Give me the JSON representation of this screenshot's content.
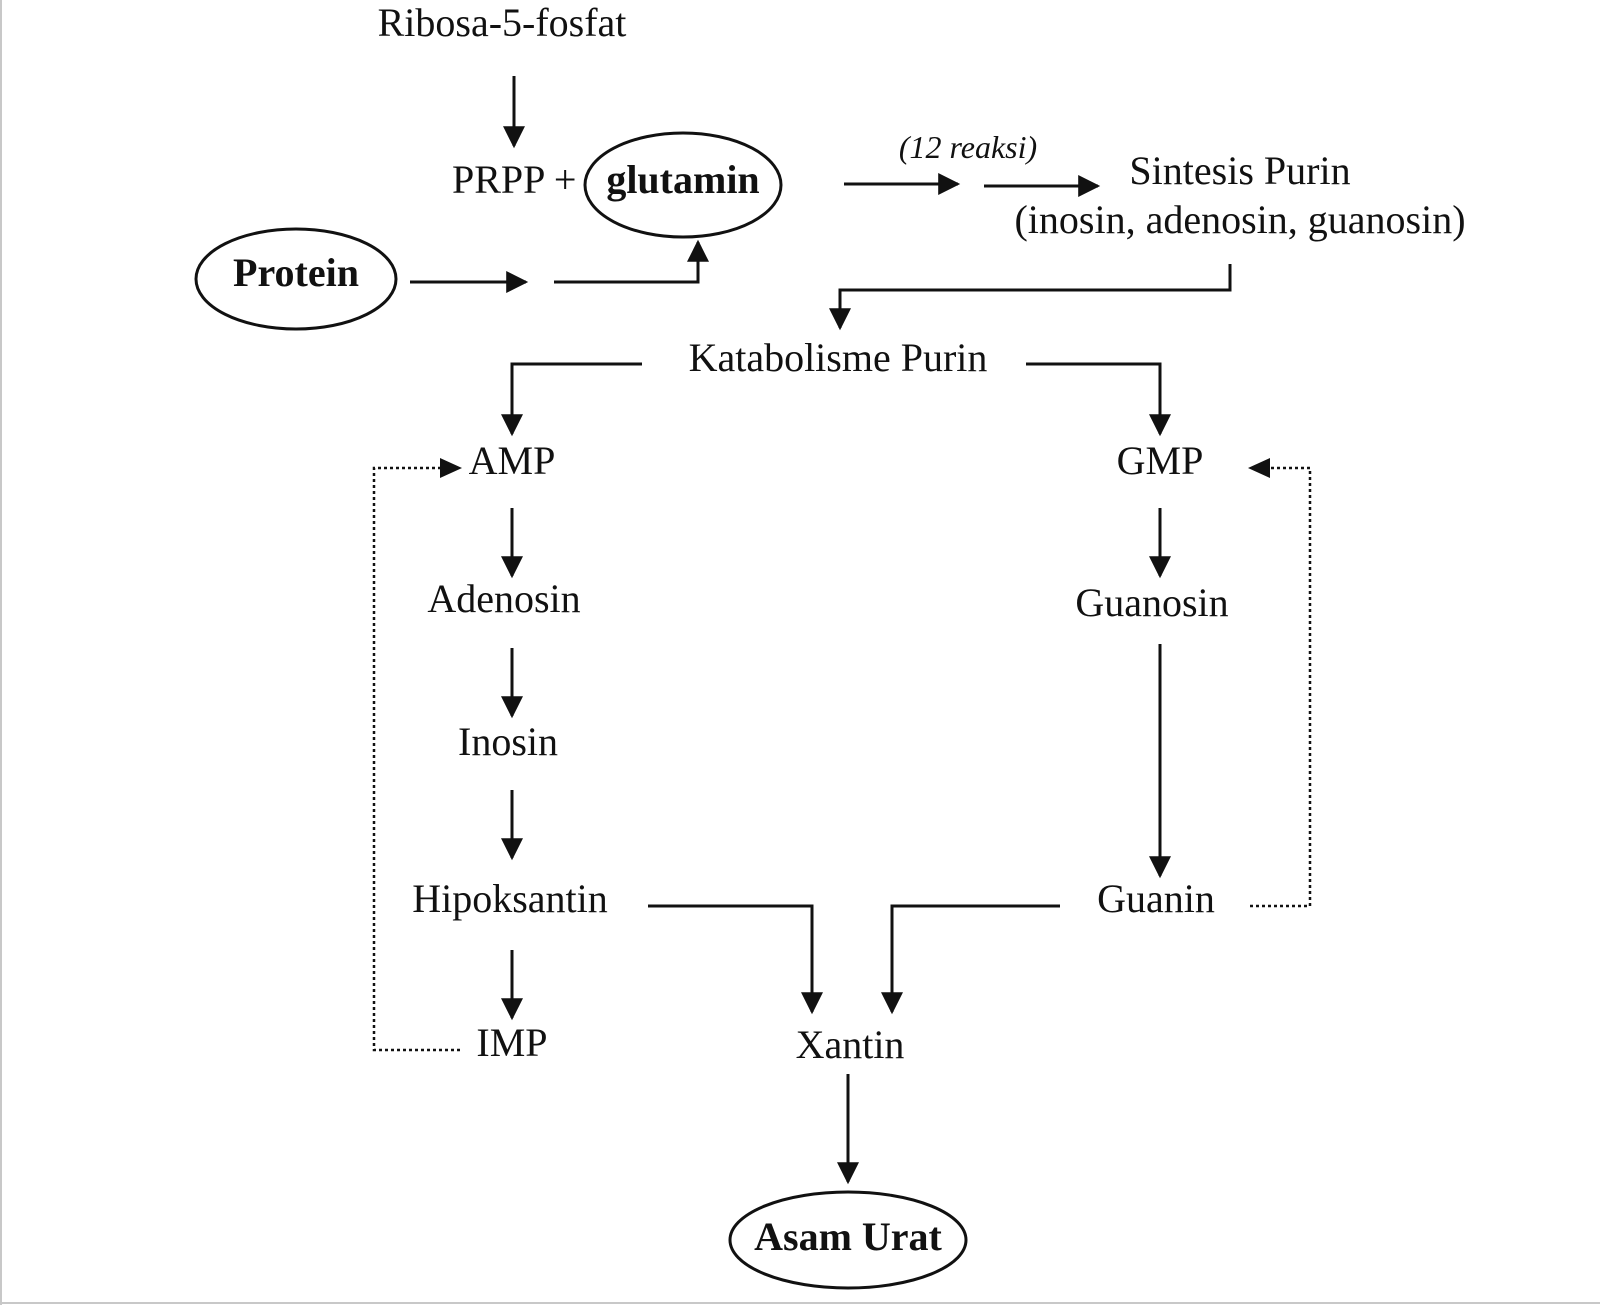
{
  "nodes": {
    "ribosa": "Ribosa-5-fosfat",
    "prpp": "PRPP +",
    "glutamin": "glutamin",
    "protein": "Protein",
    "reaksi": "(12 reaksi)",
    "sintesis": "Sintesis Purin",
    "sintesis_detail": "(inosin, adenosin, guanosin)",
    "katabolisme": "Katabolisme Purin",
    "amp": "AMP",
    "gmp": "GMP",
    "adenosin": "Adenosin",
    "guanosin": "Guanosin",
    "inosin": "Inosin",
    "hipoksantin": "Hipoksantin",
    "guanin": "Guanin",
    "imp": "IMP",
    "xantin": "Xantin",
    "asam_urat": "Asam Urat"
  }
}
